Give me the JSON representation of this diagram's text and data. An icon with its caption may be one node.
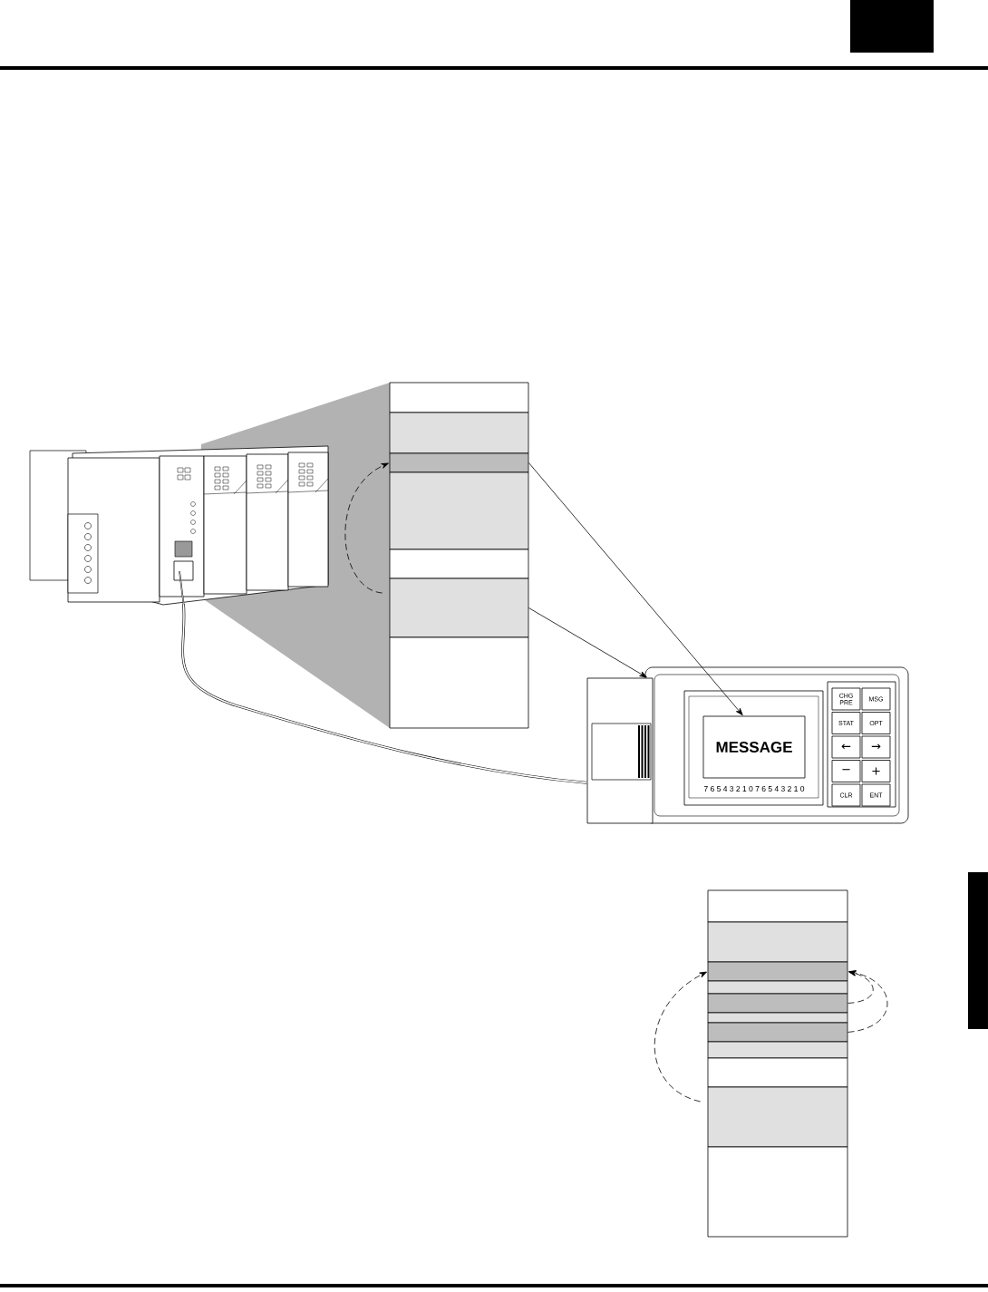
{
  "diagram": {
    "nodes": [
      {
        "text": [],
        "shape": "picture"
      },
      {
        "text": [],
        "shape": "box"
      },
      {
        "text": [],
        "shape": "box"
      },
      {
        "text": [],
        "shape": "box"
      },
      {
        "text": [],
        "shape": "box"
      },
      {
        "text": [],
        "shape": "box"
      },
      {
        "text": [],
        "shape": "box"
      },
      {
        "text": [],
        "shape": "box"
      },
      {
        "text": [],
        "shape": "box"
      },
      {
        "text": [
          "MESSAGE"
        ]
      },
      {
        "text": [
          "CHG PRE"
        ]
      },
      {
        "text": [
          "MSG"
        ]
      },
      {
        "text": [
          "STAT"
        ]
      },
      {
        "text": [
          "OPT"
        ]
      },
      {
        "text": [
          "←"
        ]
      },
      {
        "text": [
          "→"
        ]
      },
      {
        "text": [
          "−"
        ]
      },
      {
        "text": [
          "+"
        ]
      },
      {
        "text": [
          "CLR"
        ]
      },
      {
        "text": [
          "ENT"
        ]
      },
      {
        "text": [],
        "shape": "box"
      },
      {
        "text": [],
        "shape": "box"
      },
      {
        "text": [],
        "shape": "box"
      },
      {
        "text": [],
        "shape": "box"
      },
      {
        "text": [],
        "shape": "box"
      },
      {
        "text": [],
        "shape": "box"
      },
      {
        "text": [],
        "shape": "box"
      },
      {
        "text": [],
        "shape": "box"
      },
      {
        "text": [],
        "shape": "box"
      },
      {
        "text": [],
        "shape": "box"
      },
      {
        "text": [],
        "shape": "box"
      }
    ],
    "edges": [
      {
        "from": 6,
        "to": 3,
        "arrow": "to",
        "style": "dashed"
      },
      {
        "from": 3,
        "to": 9,
        "arrow": "to"
      },
      {
        "from": 6,
        "to": 8,
        "arrow": "to"
      },
      {
        "from": 0,
        "to": 8,
        "arrow": "none"
      },
      {
        "from": 29,
        "to": 22,
        "arrow": "to",
        "style": "dashed"
      },
      {
        "from": 24,
        "to": 22,
        "arrow": "to",
        "style": "dashed"
      },
      {
        "from": 26,
        "to": 22,
        "arrow": "to",
        "style": "dashed"
      }
    ],
    "labels": [
      "7 6 5 4 3 2 1 0 7 6 5 4 3 2 1 0"
    ]
  }
}
